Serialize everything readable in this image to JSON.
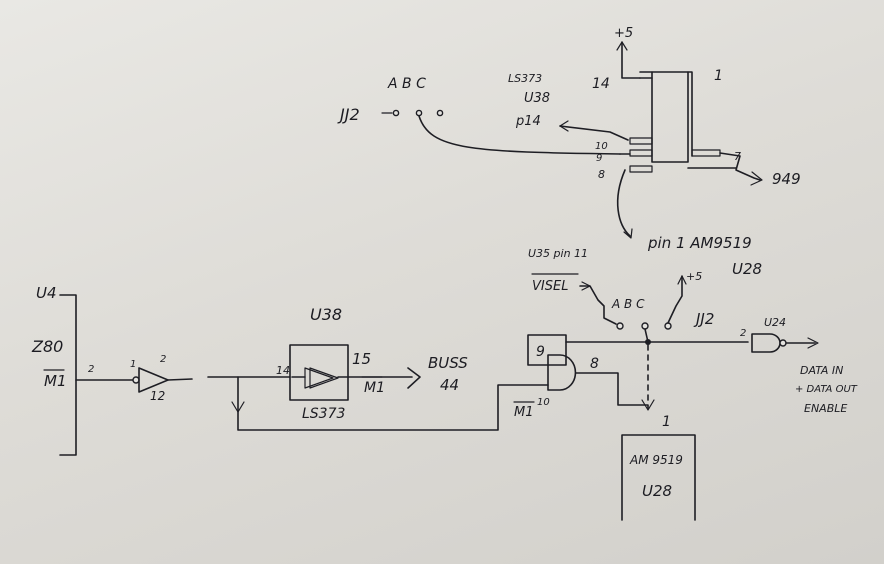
{
  "labels": {
    "u4": "U4",
    "z80": "Z80",
    "m1_bar": "M1",
    "pin_2": "2",
    "pin_1": "1",
    "pin_2b": "2",
    "pin_12": "12",
    "u38": "U38",
    "pin_14": "14",
    "pin_15": "15",
    "m1_out": "M1",
    "ls373b": "LS373",
    "buss": "BUSS",
    "buss_44": "44",
    "m1_gate": "M1",
    "pin_9": "9",
    "pin_8": "8",
    "pin_10": "10",
    "pin_1_am": "1",
    "am9519_lo": "AM 9519",
    "u28_lo": "U28",
    "u35": "U35 pin 11",
    "visel": "VISEL",
    "abc_lower": "A  B  C",
    "plus5_lower": "+5",
    "jj2_lower": "JJ2",
    "pin_2_u24": "2",
    "u24": "U24",
    "data_in": "DATA IN",
    "data_out": "+ DATA OUT",
    "enable": "ENABLE",
    "abc_upper": "A  B  C",
    "jj2_upper": "JJ2",
    "ls373": "LS373",
    "u38_top": "U38",
    "p14": "p14",
    "plus5_top": "+5",
    "pin_14_top": "14",
    "pin_1_top": "1",
    "pin_10_top": "10",
    "pin_9_top": "9",
    "pin_8_top": "8",
    "pin_7_top": "7",
    "to_949": "949",
    "pin1_am": "pin 1  AM9519",
    "u28_top": "U28"
  }
}
